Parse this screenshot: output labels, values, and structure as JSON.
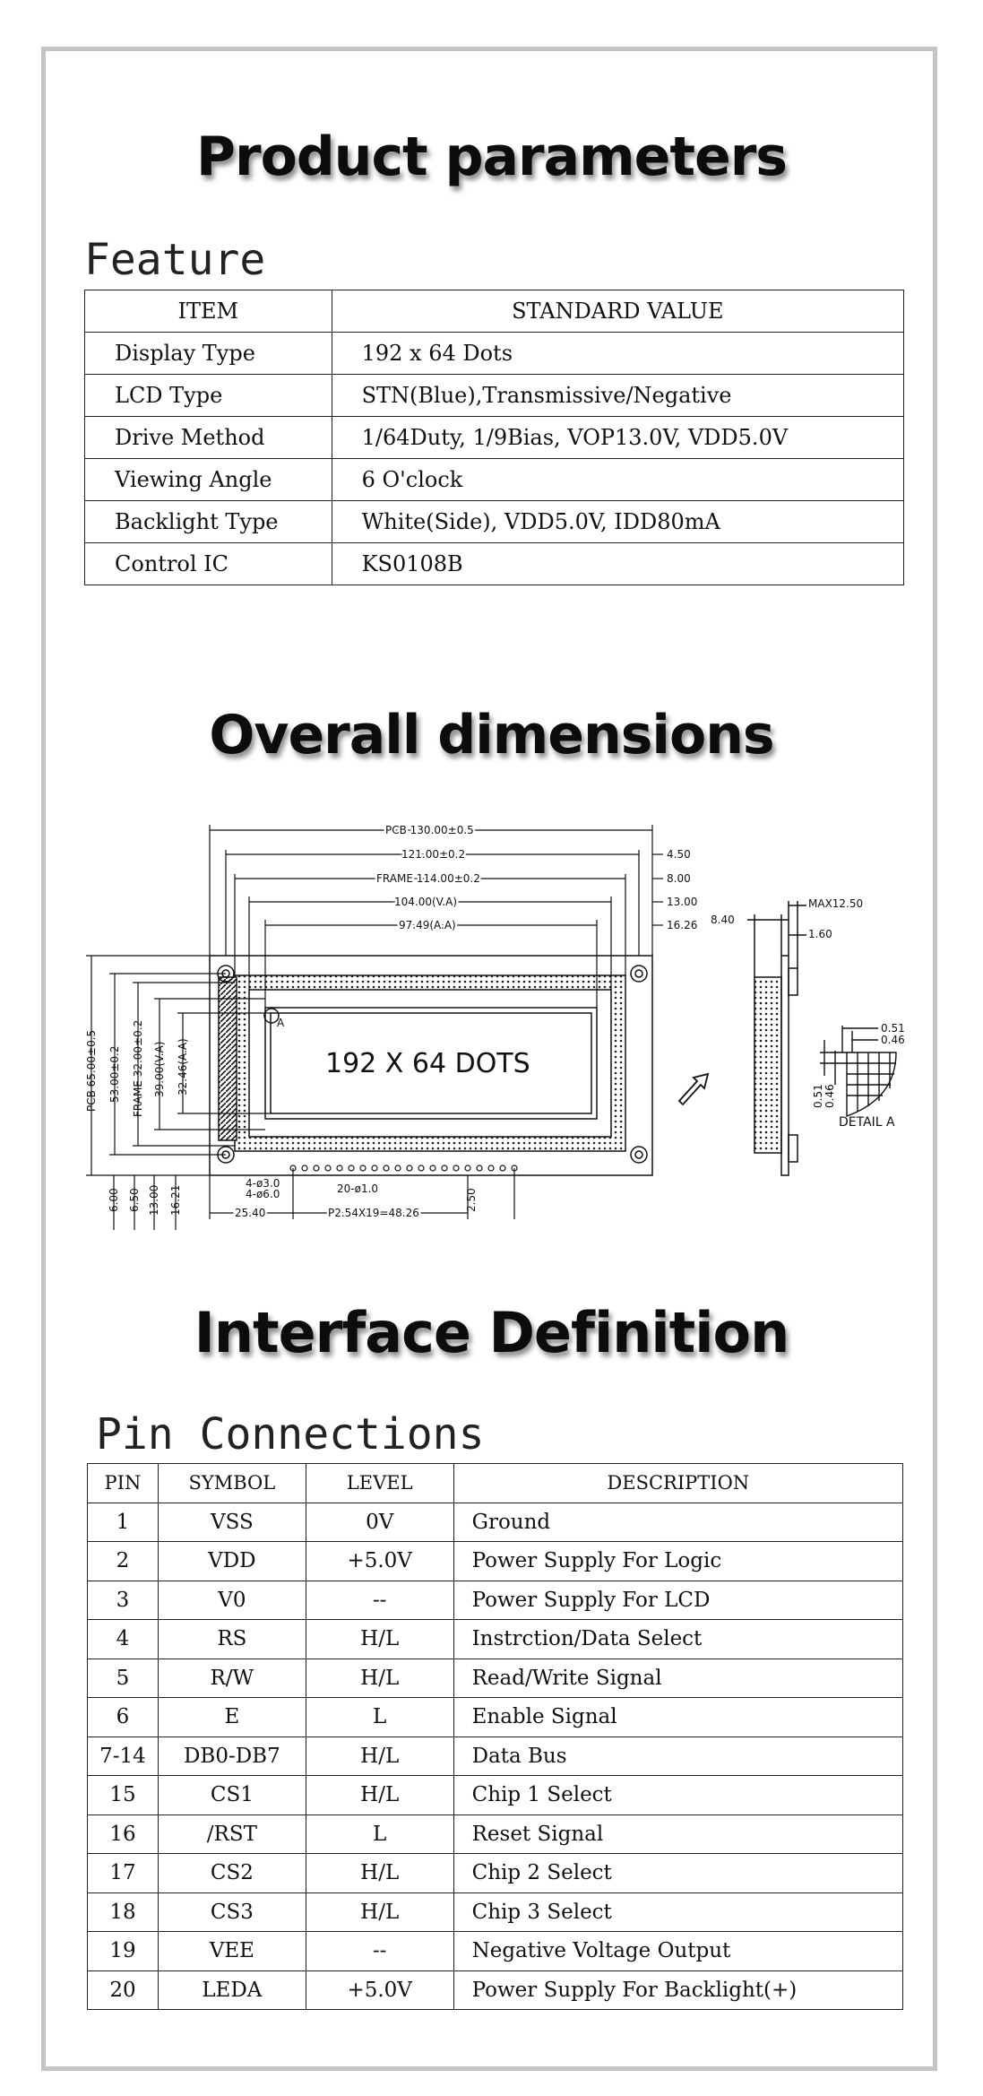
{
  "section1": {
    "title": "Product parameters",
    "subtitle": "Feature"
  },
  "feature_table": {
    "headers": [
      "ITEM",
      "STANDARD VALUE"
    ],
    "rows": [
      [
        "Display Type",
        "192 x 64 Dots"
      ],
      [
        "LCD Type",
        "STN(Blue),Transmissive/Negative"
      ],
      [
        "Drive Method",
        "1/64Duty, 1/9Bias, VOP13.0V, VDD5.0V"
      ],
      [
        "Viewing Angle",
        "6 O'clock"
      ],
      [
        "Backlight Type",
        "White(Side), VDD5.0V, IDD80mA"
      ],
      [
        "Control IC",
        "KS0108B"
      ]
    ]
  },
  "section2": {
    "title": "Overall dimensions"
  },
  "drawing": {
    "screen_label": "192 X 64 DOTS",
    "dims_top": [
      "PCB 130.00±0.5",
      "121.00±0.2",
      "FRAME 114.00±0.2",
      "104.00(V.A)",
      "97.49(A.A)"
    ],
    "dims_right_offsets": [
      "4.50",
      "8.00",
      "13.00",
      "16.26"
    ],
    "dims_left": [
      "PCB 65.00±0.5",
      "53.00±0.2",
      "FRAME 32.00±0.2",
      "39.00(V.A)",
      "32.46(A.A)"
    ],
    "dims_bottom_left": [
      "6.00",
      "6.50",
      "13.00",
      "16.21"
    ],
    "dims_bottom": [
      "25.40",
      "P2.54X19=48.26",
      "2.50"
    ],
    "hole_labels": [
      "4-ø3.0",
      "4-ø6.0",
      "20-ø1.0"
    ],
    "marker_a": "A",
    "side_dims": [
      "8.40",
      "MAX12.50",
      "1.60"
    ],
    "detail_dims": [
      "0.51",
      "0.46",
      "0.51",
      "0.46"
    ],
    "detail_label": "DETAIL A"
  },
  "section3": {
    "title": "Interface Definition",
    "subtitle": "Pin Connections"
  },
  "pin_table": {
    "headers": [
      "PIN",
      "SYMBOL",
      "LEVEL",
      "DESCRIPTION"
    ],
    "rows": [
      [
        "1",
        "VSS",
        "0V",
        "Ground"
      ],
      [
        "2",
        "VDD",
        "+5.0V",
        "Power Supply For Logic"
      ],
      [
        "3",
        "V0",
        "--",
        "Power Supply For LCD"
      ],
      [
        "4",
        "RS",
        "H/L",
        "Instrction/Data Select"
      ],
      [
        "5",
        "R/W",
        "H/L",
        "Read/Write Signal"
      ],
      [
        "6",
        "E",
        "L",
        "Enable Signal"
      ],
      [
        "7-14",
        "DB0-DB7",
        "H/L",
        "Data Bus"
      ],
      [
        "15",
        "CS1",
        "H/L",
        "Chip 1 Select"
      ],
      [
        "16",
        "/RST",
        "L",
        "Reset Signal"
      ],
      [
        "17",
        "CS2",
        "H/L",
        "Chip 2 Select"
      ],
      [
        "18",
        "CS3",
        "H/L",
        "Chip 3 Select"
      ],
      [
        "19",
        "VEE",
        "--",
        "Negative Voltage Output"
      ],
      [
        "20",
        "LEDA",
        "+5.0V",
        "Power Supply For Backlight(+)"
      ]
    ]
  }
}
